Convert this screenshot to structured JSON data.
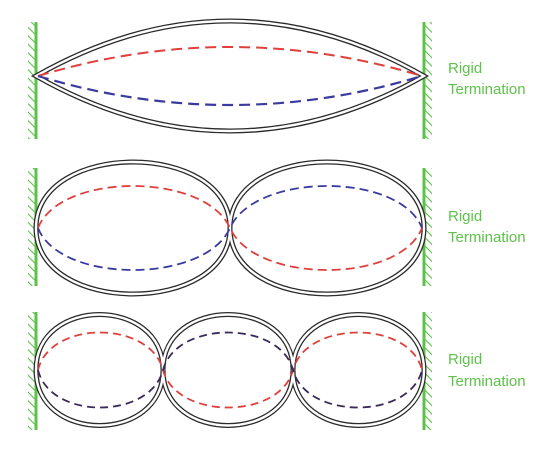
{
  "colors": {
    "wall": "#5ec24a",
    "string_outline": "#2b2b2b",
    "dashed_red": "#e0403c",
    "dashed_blue": "#3a3aa0",
    "dashed_dark": "#3a2a5a",
    "label": "#5ec24a"
  },
  "modes": [
    {
      "harmonic": 1,
      "label_line1": "Rigid",
      "label_line2": "Termination",
      "dashed_colors": [
        "dashed_red",
        "dashed_blue"
      ]
    },
    {
      "harmonic": 2,
      "label_line1": "Rigid",
      "label_line2": "Termination",
      "dashed_colors": [
        "dashed_red",
        "dashed_blue"
      ]
    },
    {
      "harmonic": 3,
      "label_line1": "Rigid",
      "label_line2": "Termination",
      "dashed_colors": [
        "dashed_red",
        "dashed_dark"
      ]
    }
  ]
}
